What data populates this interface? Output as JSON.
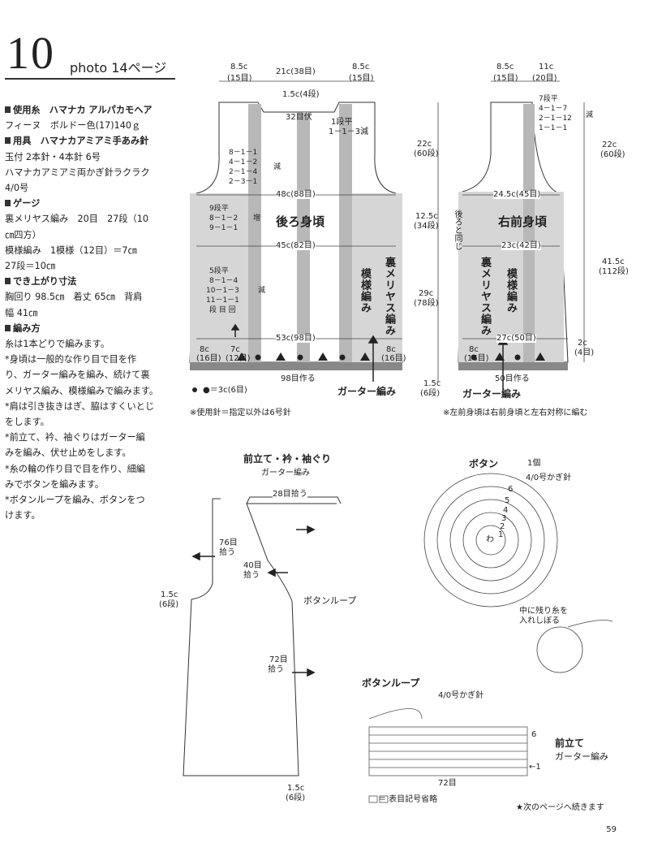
{
  "header": {
    "number": "10",
    "photo_ref": "photo 14ページ"
  },
  "left_panel": {
    "lines": [
      {
        "text": "使用糸　ハマナカ アルパカモヘア",
        "head": true
      },
      {
        "text": "フィーヌ　ボルドー色(17)140ｇ",
        "head": false
      },
      {
        "text": "用具　ハマナカアミアミ手あみ針",
        "head": true
      },
      {
        "text": "玉付 2本針・4本針 6号",
        "head": false
      },
      {
        "text": "ハマナカアミアミ両かぎ針ラクラク",
        "head": false
      },
      {
        "text": "4/0号",
        "head": false
      },
      {
        "text": "ゲージ",
        "head": true
      },
      {
        "text": "裏メリヤス編み　20目　27段（10",
        "head": false
      },
      {
        "text": "㎝四方）",
        "head": false
      },
      {
        "text": "模様編み　1模様（12目）＝7㎝",
        "head": false
      },
      {
        "text": "27段＝10㎝",
        "head": false
      },
      {
        "text": "でき上がり寸法",
        "head": true
      },
      {
        "text": "胸回り 98.5㎝　着丈 65㎝　背肩",
        "head": false
      },
      {
        "text": "幅 41㎝",
        "head": false
      },
      {
        "text": "編み方",
        "head": true
      },
      {
        "text": "糸は1本どりで編みます。",
        "head": false
      },
      {
        "text": "*身頃は一般的な作り目で目を作",
        "head": false
      },
      {
        "text": "り、ガーター編みを編み、続けて裏",
        "head": false
      },
      {
        "text": "メリヤス編み、模様編みで編みます。",
        "head": false
      },
      {
        "text": "*肩は引き抜きはぎ、脇はすくいとじ",
        "head": false
      },
      {
        "text": "をします。",
        "head": false
      },
      {
        "text": "*前立て、衿、袖ぐりはガーター編",
        "head": false
      },
      {
        "text": "みを編み、伏せ止めをします。",
        "head": false
      },
      {
        "text": "*糸の輪の作り目で目を作り、細編",
        "head": false
      },
      {
        "text": "みでボタンを編みます。",
        "head": false
      },
      {
        "text": "*ボタンループを編み、ボタンをつ",
        "head": false
      },
      {
        "text": "けます。",
        "head": false
      }
    ]
  },
  "back": {
    "top_dims": [
      "8.5c",
      "(15目)",
      "21c(38目)",
      "8.5c",
      "(15目)"
    ],
    "neck_depth": "1.5c(4段)",
    "neck_bind": "32目伏",
    "neck_dec": "1段平",
    "neck_dec2": "1－1－3減",
    "armhole_dec": [
      "8－1－1",
      "4－1－2",
      "2－1－4",
      "2－3－1"
    ],
    "armhole_dec_label": "減",
    "chest": "48c(88目)",
    "title": "後ろ身頃",
    "waist_inc": [
      "9段平",
      "8－1－2",
      "9－1－1"
    ],
    "waist_inc_label": "増",
    "waist": "45c(82目)",
    "hip_dec": [
      "5段平",
      "8－1－4",
      "10－1－3",
      "11－1－1",
      "段 目 回"
    ],
    "hip_dec_label": "減",
    "hem": "53c(98目)",
    "side_left": [
      "8c",
      "(16目)"
    ],
    "side_mid": [
      "7c",
      "(12目)"
    ],
    "side_right": [
      "8c",
      "(16目)"
    ],
    "cast_on": "98目作る",
    "garter": "ガーター編み",
    "pattern_label": "模様編み",
    "reverse_label": "裏メリヤス編み",
    "vert_dims": [
      "22c",
      "(60段)",
      "12.5c",
      "(34段)",
      "29c",
      "(78段)",
      "1.5c",
      "(6段)"
    ]
  },
  "legend": {
    "pattern_unit": "●＝3c(6目)",
    "needle_note": "※使用針＝指定以外は6号針"
  },
  "front": {
    "top_dims": [
      "8.5c",
      "(15目)",
      "11c",
      "(20目)"
    ],
    "neck_dec": [
      "7段平",
      "4－1－7",
      "2－1－12",
      "1－1－1"
    ],
    "neck_dec_label": "減",
    "right_dims": [
      "22c",
      "(60段)",
      "41.5c",
      "(112段)",
      "2c",
      "(4目)"
    ],
    "chest": "24.5c(45目)",
    "title": "右前身頃",
    "same_as_back": "後ろと同じ",
    "waist": "23c(42目)",
    "pattern_label": "模様編み",
    "reverse_label": "裏メリヤス編み",
    "hem": "27c(50目)",
    "side_left": [
      "8c",
      "(16目)"
    ],
    "cast_on": "50目作る",
    "garter": "ガーター編み",
    "mirror_note": "※左前身頃は右前身頃と左右対称に編む"
  },
  "band": {
    "title": "前立て・衿・袖ぐり",
    "subtitle": "ガーター編み",
    "pickup_neck": "28目拾う",
    "armhole_pickup": [
      "76目",
      "拾う"
    ],
    "neck_pickup": [
      "40目",
      "拾う"
    ],
    "front_pickup": [
      "72目",
      "拾う"
    ],
    "depth_top": [
      "1.5c",
      "(6段)"
    ],
    "depth_bottom": [
      "1.5c",
      "(6段)"
    ],
    "loop_label": "ボタンループ"
  },
  "button": {
    "title": "ボタン",
    "count": "1個",
    "hook": "4/0号かぎ針",
    "note": [
      "中に残り糸を",
      "入れしぼる"
    ],
    "rounds": [
      "6",
      "5",
      "4",
      "3",
      "2",
      "1"
    ],
    "center": "わ"
  },
  "loop": {
    "title": "ボタンループ",
    "hook": "4/0号かぎ針",
    "rows_top": "6",
    "rows_bottom": "←1",
    "band_label": "前立て",
    "band_sub": "ガーター編み",
    "stitches": "72目",
    "symbol_note": "＝ 表目記号省略",
    "continue": "★次のページへ続きます"
  },
  "page_number": "59"
}
